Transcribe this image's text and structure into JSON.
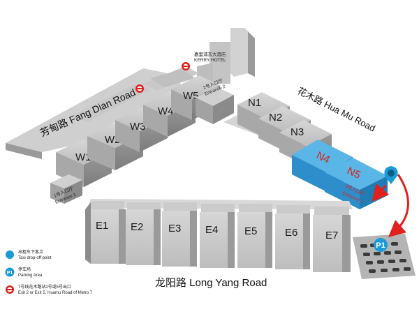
{
  "roads": {
    "fangdian": "芳甸路 Fang Dian Road",
    "huamu": "花木路 Hua Mu Road",
    "longyang": "龙阳路 Long Yang Road"
  },
  "halls": {
    "W1": "W1",
    "W2": "W2",
    "W3": "W3",
    "W4": "W4",
    "W5": "W5",
    "N1": "N1",
    "N2": "N2",
    "N3": "N3",
    "N4": "N4",
    "N5": "N5",
    "E1": "E1",
    "E2": "E2",
    "E3": "E3",
    "E4": "E4",
    "E5": "E5",
    "E6": "E6",
    "E7": "E7"
  },
  "highlighted_halls": [
    "N4",
    "N5"
  ],
  "entrances": {
    "entrance1_cn": "1号入口厅",
    "entrance1_en": "Entrance 1",
    "entrance2_cn": "2号入口厅",
    "entrance2_en": "Entrance 2",
    "entrance3_cn": "3号入口厅",
    "entrance3_en": "Entrance 3"
  },
  "hotel": {
    "name_cn": "嘉里浦东大酒店",
    "name_en": "KERRY HOTEL"
  },
  "parking": {
    "label": "P1"
  },
  "legend": {
    "taxi_cn": "出租车下客点",
    "taxi_en": "Taxi drop-off point",
    "parking_badge": "P1",
    "parking_cn": "停车场",
    "parking_en": "Parking Area",
    "metro_cn": "7号线花木路站2号或5号出口",
    "metro_en": "Exit 2 or Exit 5, Huamu Road of Metro 7"
  },
  "colors": {
    "building_top": "#c8c8c8",
    "building_side": "#8e8e8e",
    "highlight": "#3ba3dd",
    "highlight_dark": "#1f7db5",
    "highlight_text": "#e0211c",
    "metro_red": "#e0211c",
    "arrow_red": "#e0211c",
    "taxi_blue": "#1b9ad6"
  }
}
